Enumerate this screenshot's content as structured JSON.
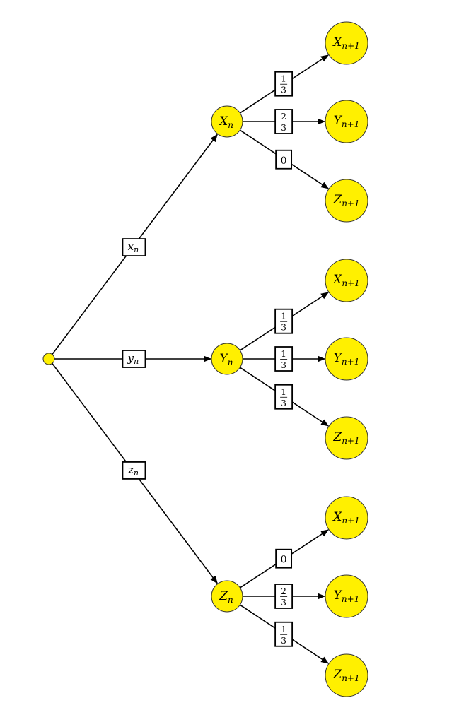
{
  "title": "",
  "colors": {
    "node_fill": "#fff000",
    "edge": "#000000",
    "label_box": "#ffffff"
  },
  "root": {
    "id": "root",
    "label": ""
  },
  "level1": [
    {
      "id": "X",
      "base": "X",
      "sub": "n",
      "edge_label": {
        "base": "x",
        "sub": "n"
      },
      "children": [
        {
          "base": "X",
          "sub": "n+1",
          "prob": {
            "num": "1",
            "den": "3"
          }
        },
        {
          "base": "Y",
          "sub": "n+1",
          "prob": {
            "num": "2",
            "den": "3"
          }
        },
        {
          "base": "Z",
          "sub": "n+1",
          "prob": {
            "value": "0"
          }
        }
      ]
    },
    {
      "id": "Y",
      "base": "Y",
      "sub": "n",
      "edge_label": {
        "base": "y",
        "sub": "n"
      },
      "children": [
        {
          "base": "X",
          "sub": "n+1",
          "prob": {
            "num": "1",
            "den": "3"
          }
        },
        {
          "base": "Y",
          "sub": "n+1",
          "prob": {
            "num": "1",
            "den": "3"
          }
        },
        {
          "base": "Z",
          "sub": "n+1",
          "prob": {
            "num": "1",
            "den": "3"
          }
        }
      ]
    },
    {
      "id": "Z",
      "base": "Z",
      "sub": "n",
      "edge_label": {
        "base": "z",
        "sub": "n"
      },
      "children": [
        {
          "base": "X",
          "sub": "n+1",
          "prob": {
            "value": "0"
          }
        },
        {
          "base": "Y",
          "sub": "n+1",
          "prob": {
            "num": "2",
            "den": "3"
          }
        },
        {
          "base": "Z",
          "sub": "n+1",
          "prob": {
            "num": "1",
            "den": "3"
          }
        }
      ]
    }
  ]
}
